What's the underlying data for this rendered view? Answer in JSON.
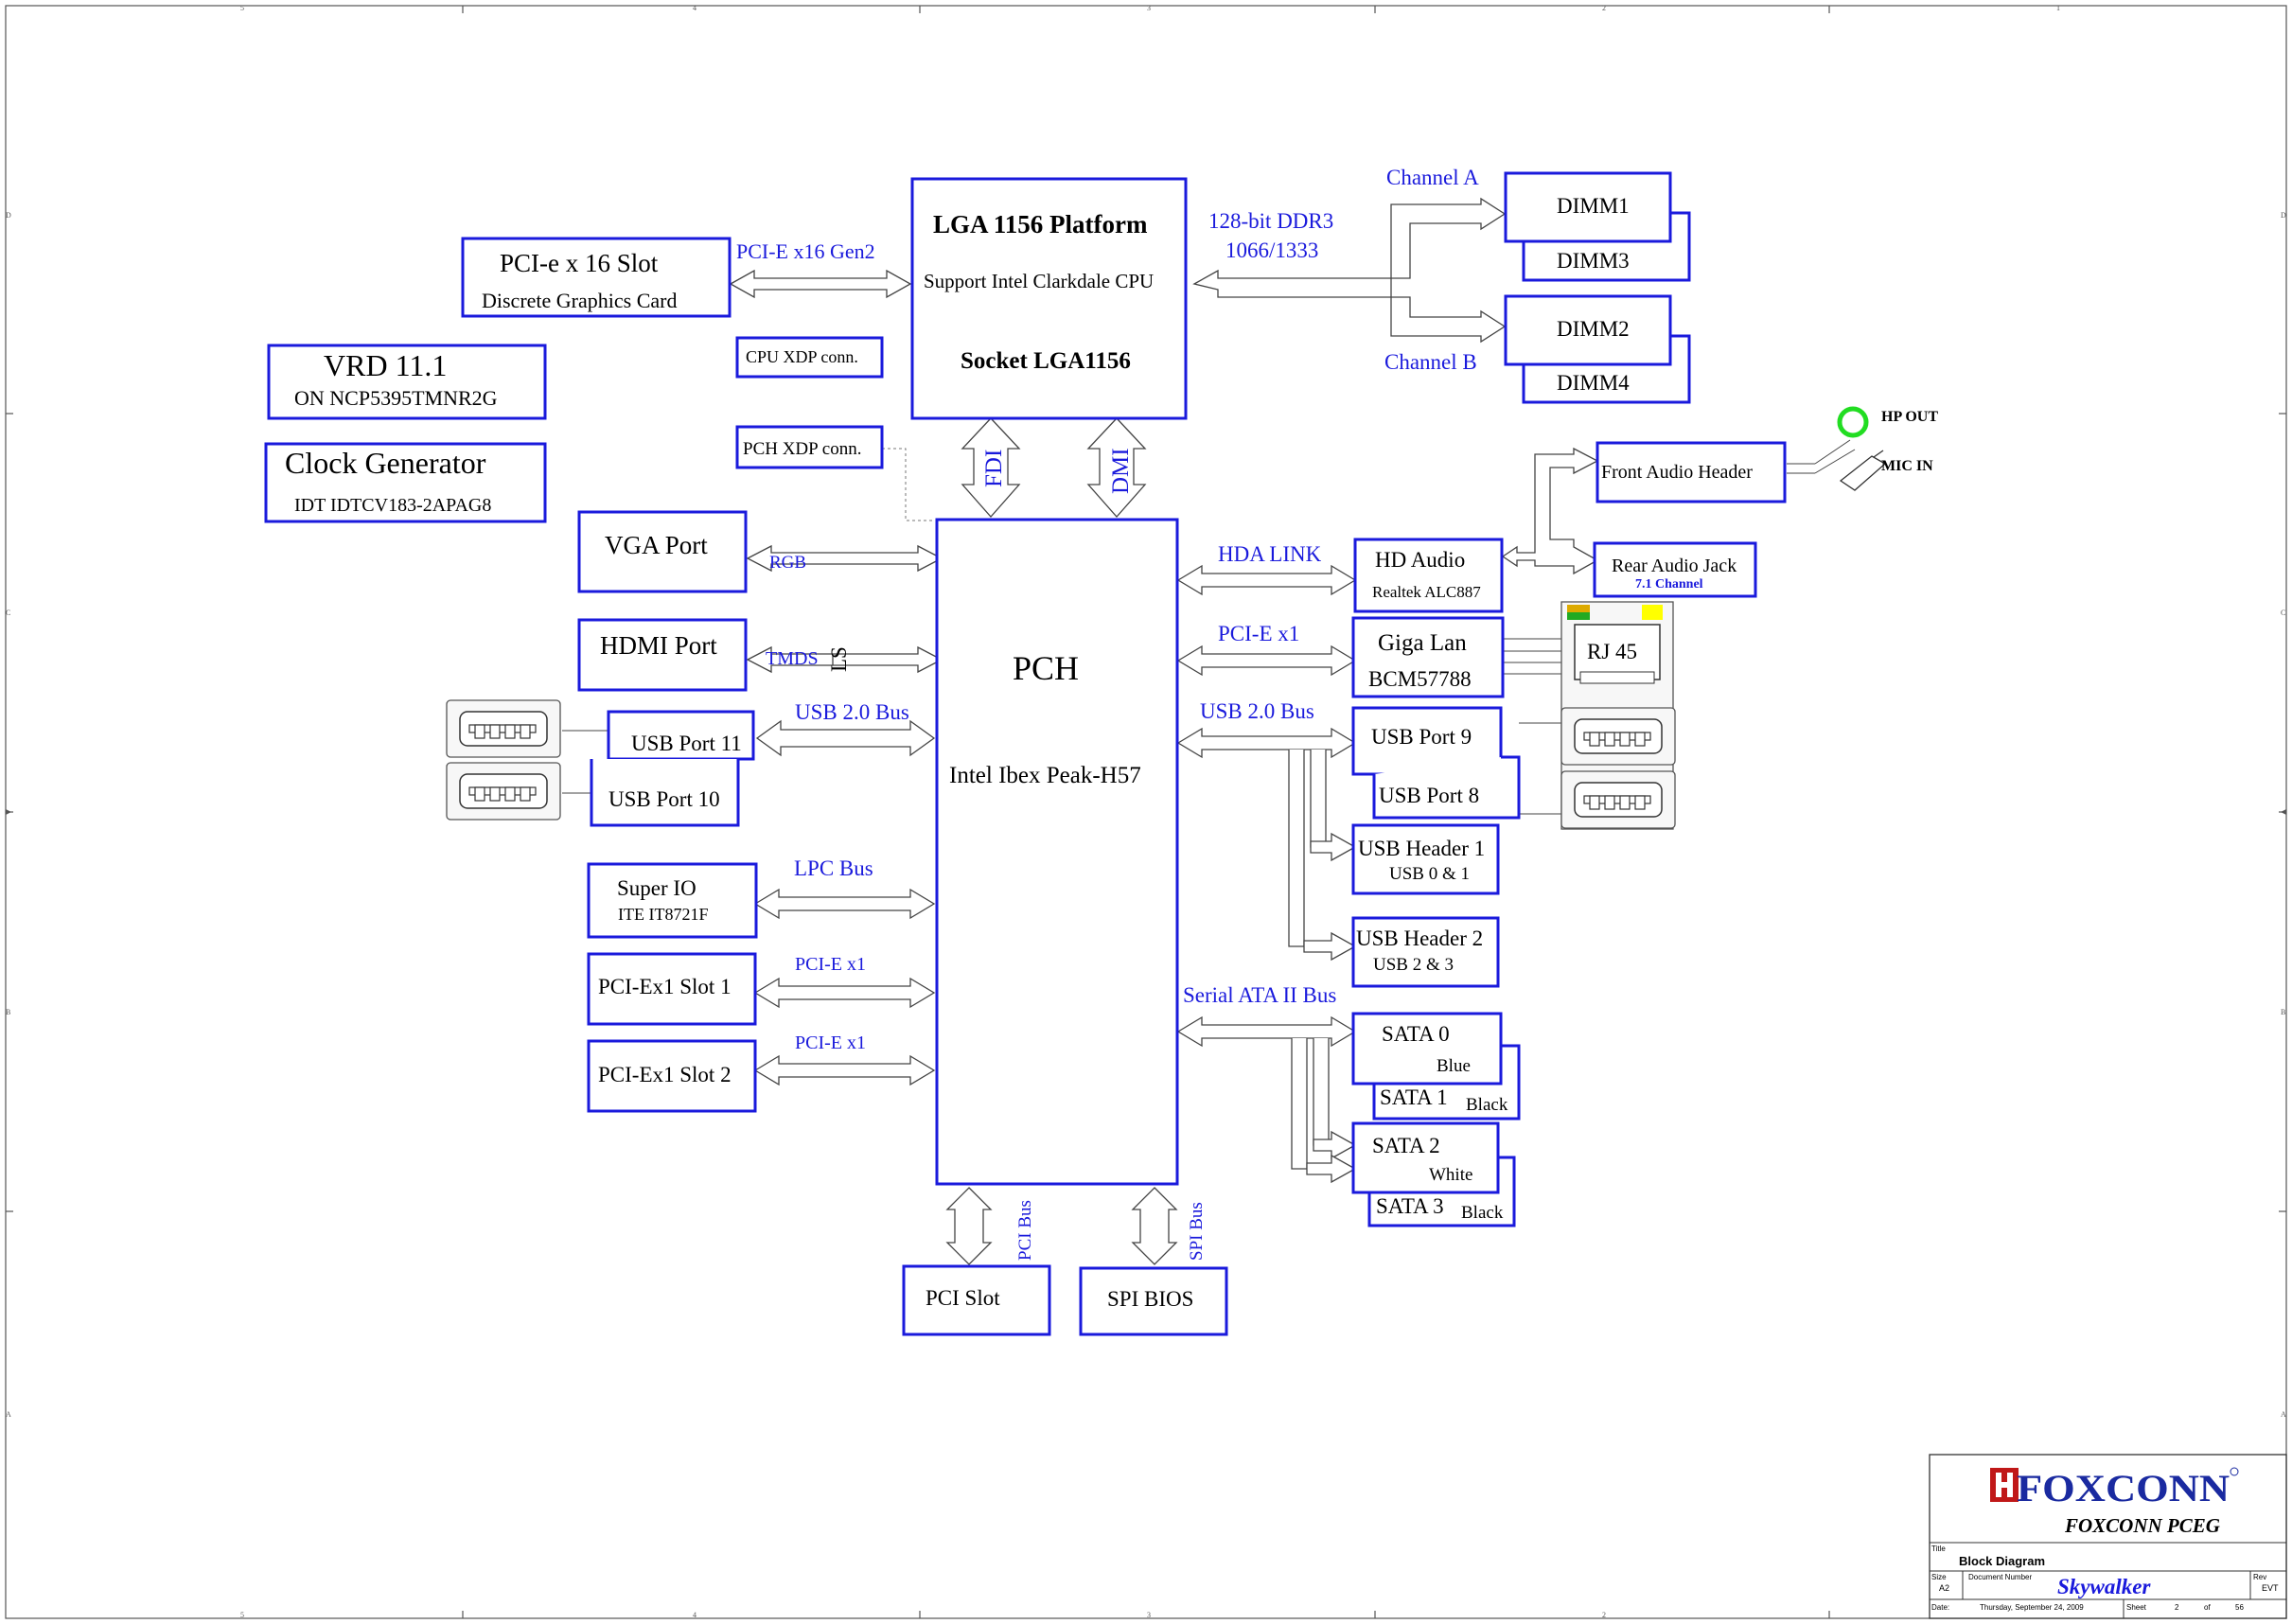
{
  "frame": {
    "cols": [
      "5",
      "4",
      "3",
      "2",
      "1"
    ],
    "rows": [
      "D",
      "C",
      "B",
      "A"
    ]
  },
  "blocks": {
    "cpu": {
      "title": "LGA 1156 Platform",
      "subtitle": "Support Intel Clarkdale CPU",
      "socket": "Socket LGA1156"
    },
    "pch": {
      "title": "PCH",
      "subtitle": "Intel Ibex Peak-H57"
    },
    "pcie_x16_slot": {
      "title": "PCI-e x 16 Slot",
      "subtitle": "Discrete Graphics Card"
    },
    "vrd": {
      "title": "VRD 11.1",
      "subtitle": "ON NCP5395TMNR2G"
    },
    "clock_gen": {
      "title": "Clock Generator",
      "subtitle": "IDT IDTCV183-2APAG8"
    },
    "cpu_xdp": "CPU XDP conn.",
    "pch_xdp": "PCH XDP conn.",
    "dimm1": "DIMM1",
    "dimm2": "DIMM2",
    "dimm3": "DIMM3",
    "dimm4": "DIMM4",
    "vga": "VGA Port",
    "hdmi": "HDMI Port",
    "usb11": "USB Port 11",
    "usb10": "USB Port 10",
    "superio": {
      "title": "Super IO",
      "subtitle": "ITE IT8721F"
    },
    "pciex1_1": "PCI-Ex1 Slot 1",
    "pciex1_2": "PCI-Ex1 Slot 2",
    "pci_slot": "PCI Slot",
    "spi_bios": "SPI BIOS",
    "hd_audio": {
      "title": "HD Audio",
      "subtitle": "Realtek ALC887"
    },
    "front_audio": "Front Audio Header",
    "rear_audio": {
      "title": "Rear Audio Jack",
      "subtitle": "7.1 Channel"
    },
    "giga_lan": {
      "title": "Giga Lan",
      "subtitle": "BCM57788"
    },
    "rj45": "RJ 45",
    "usb9": "USB Port 9",
    "usb8": "USB Port 8",
    "usb_hdr1": {
      "title": "USB Header 1",
      "subtitle": "USB 0 & 1"
    },
    "usb_hdr2": {
      "title": "USB Header 2",
      "subtitle": "USB 2 & 3"
    },
    "sata0": {
      "title": "SATA 0",
      "color": "Blue"
    },
    "sata1": {
      "title": "SATA 1",
      "color": "Black"
    },
    "sata2": {
      "title": "SATA 2",
      "color": "White"
    },
    "sata3": {
      "title": "SATA 3",
      "color": "Black"
    },
    "hp_out": "HP OUT",
    "mic_in": "MIC IN"
  },
  "links": {
    "ddr": "128-bit DDR3",
    "ddr_speed": "1066/1333",
    "channel_a": "Channel A",
    "channel_b": "Channel B",
    "pcie_x16": "PCI-E x16 Gen2",
    "fdi": "FDI",
    "dmi": "DMI",
    "rgb": "RGB",
    "tmds": "TMDS",
    "ls": "LS",
    "usb_bus_left": "USB 2.0 Bus",
    "usb_bus_right": "USB 2.0 Bus",
    "lpc": "LPC Bus",
    "pcie_x1_a": "PCI-E x1",
    "pcie_x1_b": "PCI-E x1",
    "pcie_x1_lan": "PCI-E x1",
    "hda": "HDA LINK",
    "sata_bus": "Serial ATA II Bus",
    "pci_bus": "PCI Bus",
    "spi_bus": "SPI Bus"
  },
  "title_block": {
    "logo": "FOXCONN",
    "company": "FOXCONN PCEG",
    "title_label": "Title",
    "title": "Block Diagram",
    "size_label": "Size",
    "size": "A2",
    "docnum_label": "Document Number",
    "docnum": "Skywalker",
    "rev_label": "Rev",
    "rev": "EVT",
    "date_label": "Date:",
    "date": "Thursday, September 24, 2009",
    "sheet_label": "Sheet",
    "sheet": "2",
    "of_label": "of",
    "total": "56"
  },
  "colors": {
    "block_border": "#1a1adc",
    "label": "#1a1adc",
    "arrow": "#444444",
    "hp_out_jack": "#22dd22"
  }
}
